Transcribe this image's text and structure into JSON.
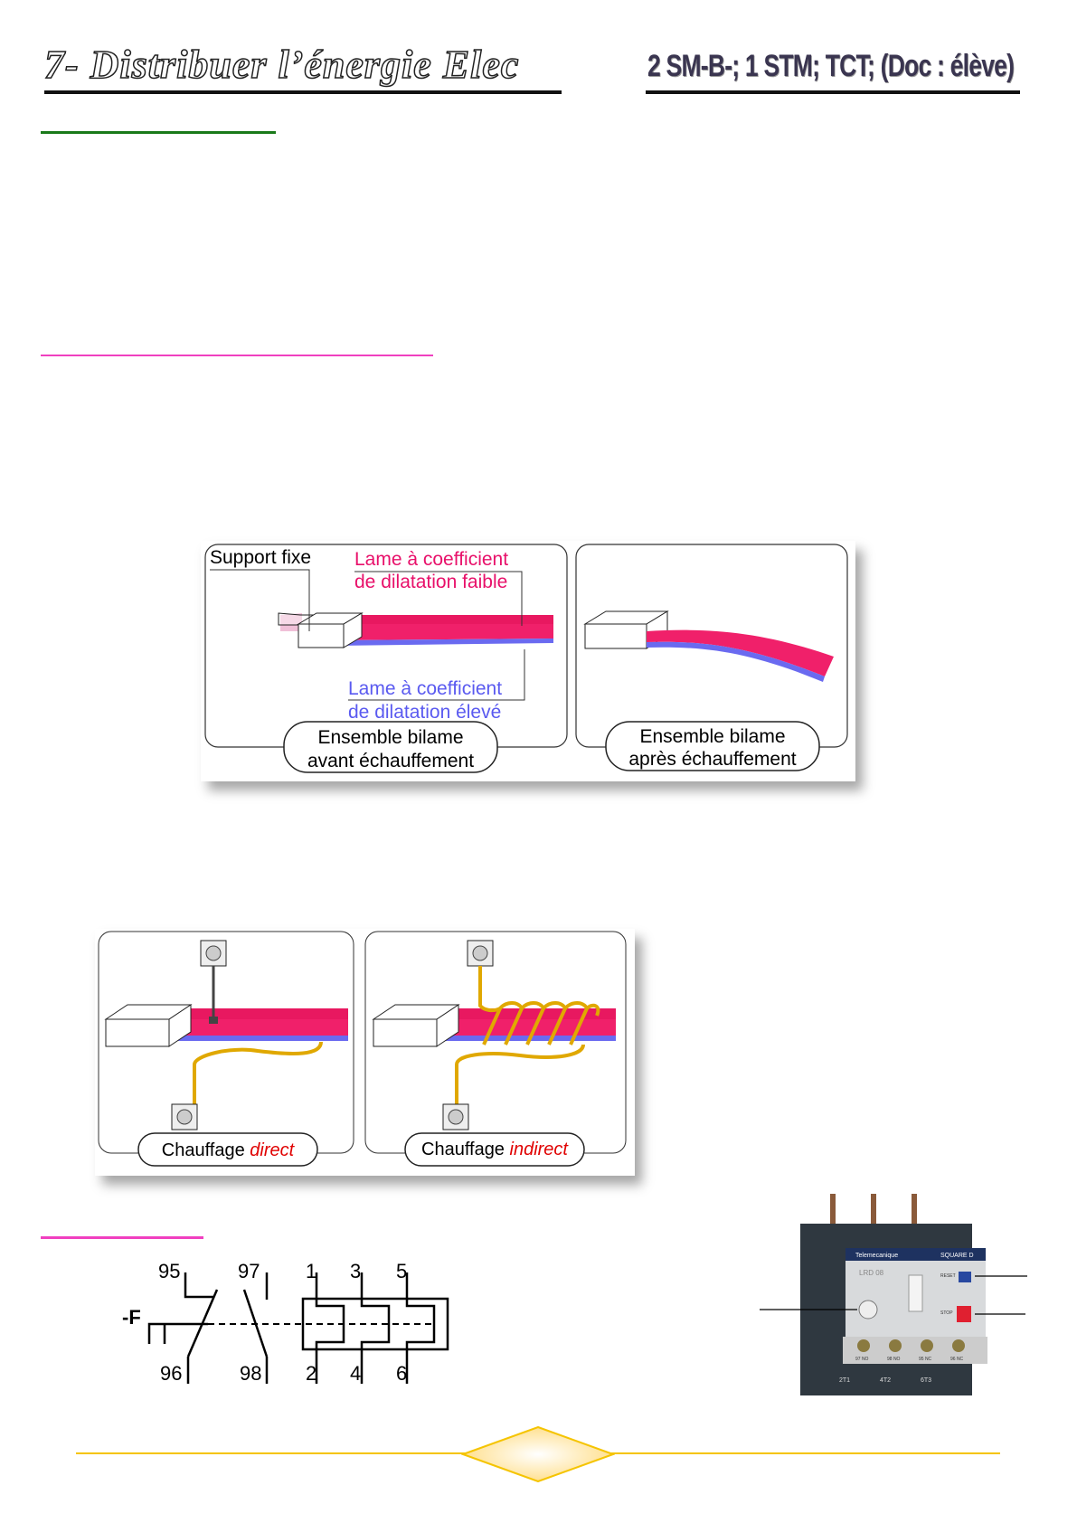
{
  "header": {
    "title": "7- Distribuer l’énergie Elec",
    "subtitle": "2 SM-B-; 1 STM; TCT; (Doc : élève)"
  },
  "figure1": {
    "support": "Support fixe",
    "lame_faible_1": "Lame à coefficient",
    "lame_faible_2": "de dilatation faible",
    "lame_eleve_1": "Lame à coefficient",
    "lame_eleve_2": "de dilatation élevé",
    "avant_1": "Ensemble bilame",
    "avant_2": "avant échauffement",
    "apres_1": "Ensemble bilame",
    "apres_2": "après échauffement"
  },
  "figure2": {
    "chauffage": "Chauffage ",
    "direct": "direct",
    "indirect": "indirect"
  },
  "schematic": {
    "ref": "-F",
    "t95": "95",
    "t96": "96",
    "t97": "97",
    "t98": "98",
    "t1": "1",
    "t2": "2",
    "t3": "3",
    "t4": "4",
    "t5": "5",
    "t6": "6"
  },
  "photo": {
    "brand": "Telemecanique",
    "range": "SQUARE D",
    "model": "LRD 08",
    "reset": "RESET",
    "stop": "STOP",
    "c97": "97 NO",
    "c98": "98 NO",
    "c95": "95 NC",
    "c96": "96 NC",
    "t1": "2T1",
    "t2": "4T2",
    "t3": "6T3"
  },
  "colors": {
    "green": "#1a7a1a",
    "pink": "#f040c0",
    "blade_red": "#f0206a",
    "blade_blue": "#6a6af0",
    "wire": "#e0a800",
    "footer": "#f5c400"
  }
}
